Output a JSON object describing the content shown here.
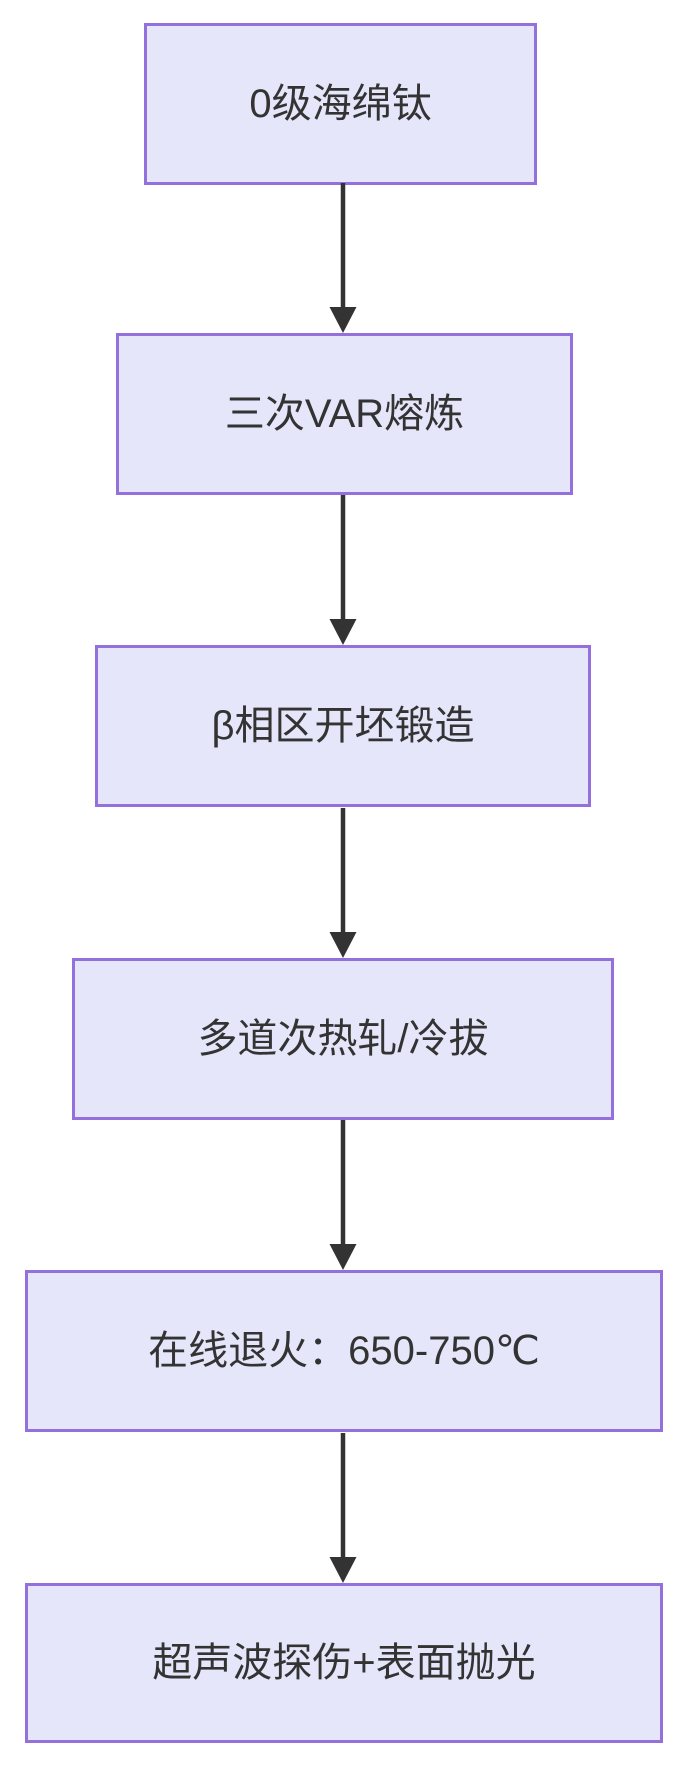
{
  "flowchart": {
    "type": "flowchart",
    "direction": "top-down",
    "nodes": [
      {
        "label": "0级海绵钛"
      },
      {
        "label": "三次VAR熔炼"
      },
      {
        "label": "β相区开坯锻造"
      },
      {
        "label": "多道次热轧/冷拔"
      },
      {
        "label": "在线退火：650-750℃"
      },
      {
        "label": "超声波探伤+表面抛光"
      }
    ],
    "edges": [
      {
        "from": 0,
        "to": 1
      },
      {
        "from": 1,
        "to": 2
      },
      {
        "from": 2,
        "to": 3
      },
      {
        "from": 3,
        "to": 4
      },
      {
        "from": 4,
        "to": 5
      }
    ],
    "colors": {
      "node_fill": "#E6E6FA",
      "node_border": "#9370DB",
      "arrow": "#333333",
      "text": "#333333",
      "background": "#FFFFFF"
    }
  }
}
